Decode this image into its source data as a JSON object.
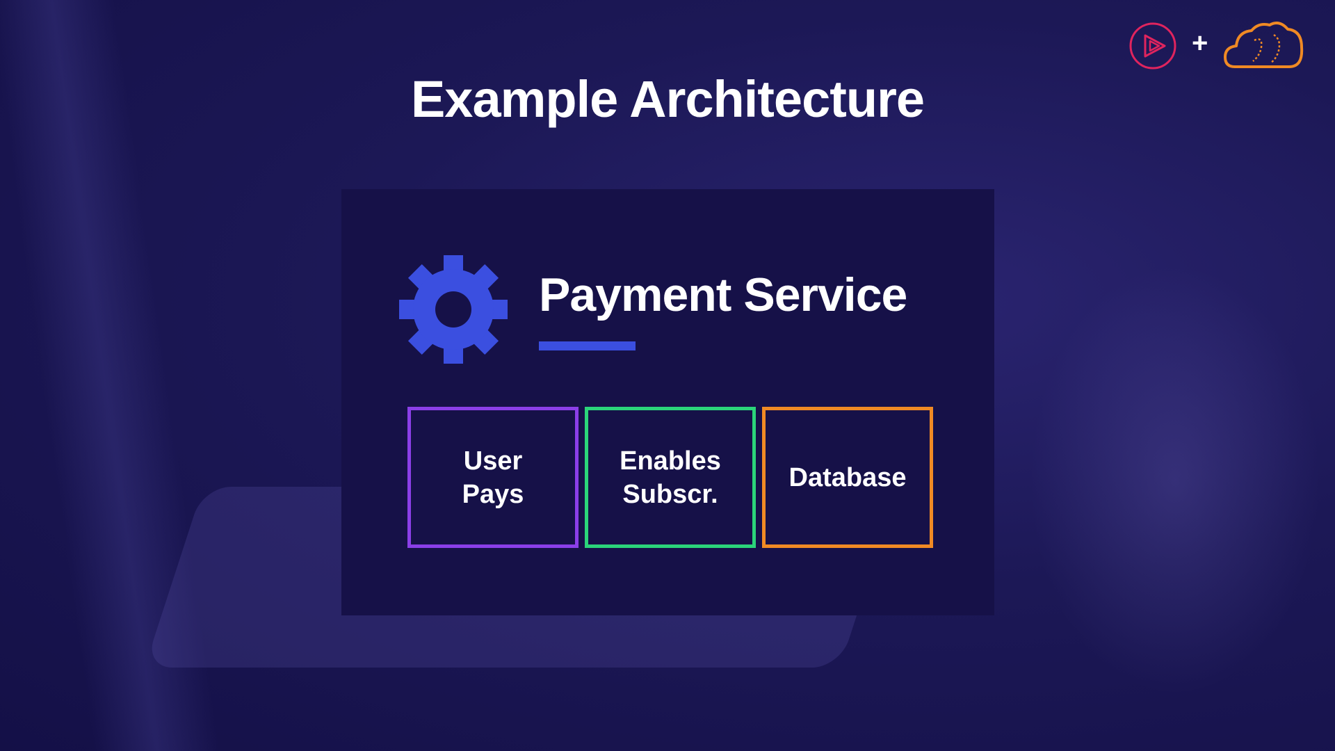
{
  "slide": {
    "title": "Example Architecture"
  },
  "logos": {
    "plus": "+",
    "left_icon": "play-icon",
    "right_icon": "cloud-icon",
    "left_color": "#e0245e",
    "right_color": "#f08a24"
  },
  "service": {
    "icon": "gear-icon",
    "icon_color": "#3b4fe0",
    "title": "Payment Service"
  },
  "boxes": [
    {
      "lines": [
        "User",
        "Pays"
      ],
      "color": "#8b3fe8"
    },
    {
      "lines": [
        "Enables",
        "Subscr."
      ],
      "color": "#2bd47a"
    },
    {
      "lines": [
        "Database"
      ],
      "color": "#f08a24"
    }
  ]
}
